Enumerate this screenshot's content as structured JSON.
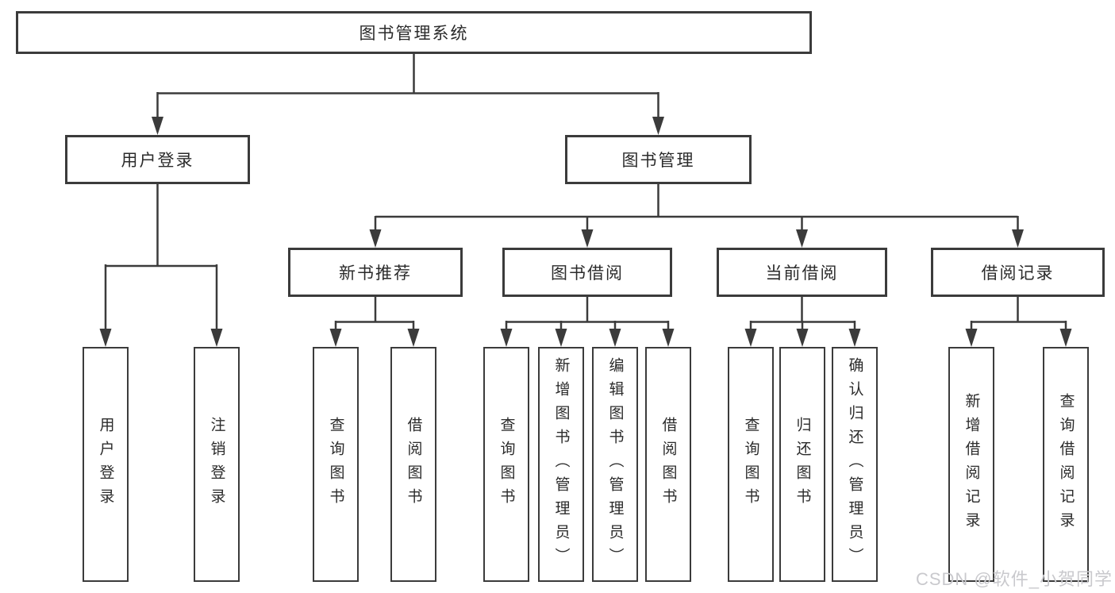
{
  "tree": {
    "root": {
      "label": "图书管理系统",
      "children": [
        {
          "label": "用户登录",
          "children": [
            {
              "label": "用户登录"
            },
            {
              "label": "注销登录"
            }
          ]
        },
        {
          "label": "图书管理",
          "children": [
            {
              "label": "新书推荐",
              "children": [
                {
                  "label": "查询图书"
                },
                {
                  "label": "借阅图书"
                }
              ]
            },
            {
              "label": "图书借阅",
              "children": [
                {
                  "label": "查询图书"
                },
                {
                  "label": "新增图书（管理员）"
                },
                {
                  "label": "编辑图书（管理员）"
                },
                {
                  "label": "借阅图书"
                }
              ]
            },
            {
              "label": "当前借阅",
              "children": [
                {
                  "label": "查询图书"
                },
                {
                  "label": "归还图书"
                },
                {
                  "label": "确认归还（管理员）"
                }
              ]
            },
            {
              "label": "借阅记录",
              "children": [
                {
                  "label": "新增借阅记录"
                },
                {
                  "label": "查询借阅记录"
                }
              ]
            }
          ]
        }
      ]
    }
  },
  "watermark": {
    "text": "CSDN @软件_小贺同学"
  },
  "colors": {
    "line": "#3b3b3b",
    "box_border": "#3b3b3b",
    "text": "#2b2b2b",
    "background": "#ffffff",
    "watermark": "#c9c9cd"
  }
}
